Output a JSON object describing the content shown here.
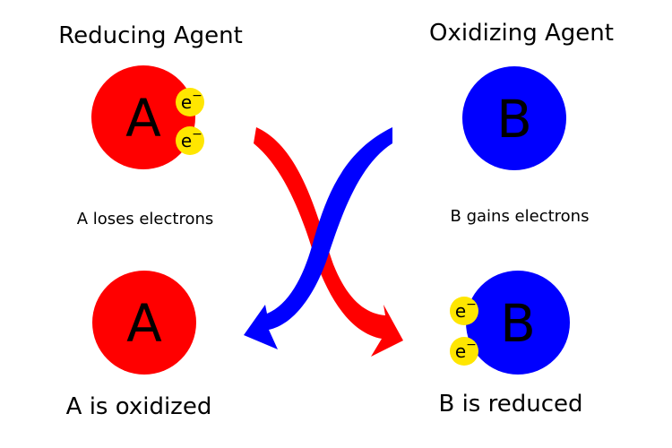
{
  "headings": {
    "reducing_agent": "Reducing Agent",
    "oxidizing_agent": "Oxidizing Agent"
  },
  "atoms": {
    "a_letter": "A",
    "b_letter": "B"
  },
  "electron": {
    "symbol": "e",
    "charge": "−"
  },
  "captions": {
    "a_loses": "A loses electrons",
    "b_gains": "B gains electrons",
    "a_oxidized": "A is oxidized",
    "b_reduced": "B is reduced"
  },
  "colors": {
    "atom_a": "#ff0000",
    "atom_b": "#0000ff",
    "electron": "#ffe600",
    "arrow_a": "#ff0000",
    "arrow_b": "#0000ff"
  }
}
